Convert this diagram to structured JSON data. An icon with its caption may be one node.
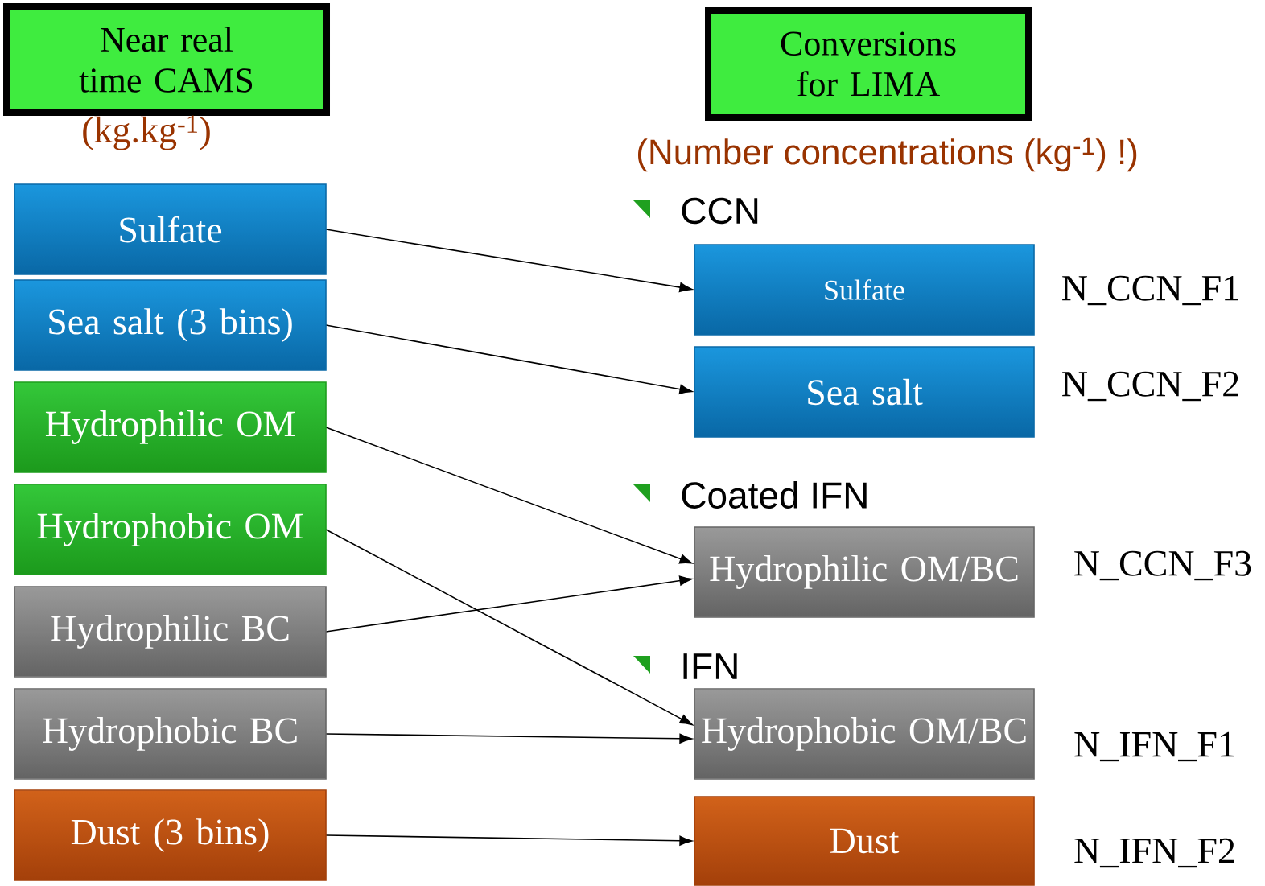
{
  "diagram": {
    "nodes": [
      {
        "text": [
          "Near real time CAMS"
        ],
        "beside": [
          "(kg.kg$^{-1}$)"
        ]
      },
      {
        "text": [
          "Conversions for LIMA"
        ]
      },
      {
        "text": [
          "Sulfate"
        ]
      },
      {
        "text": [
          "Sea salt (3 bins)"
        ]
      },
      {
        "text": [
          "Hydrophilic OM"
        ]
      },
      {
        "text": [
          "Hydrophobic OM"
        ]
      },
      {
        "text": [
          "Hydrophilic BC"
        ]
      },
      {
        "text": [
          "Hydrophobic BC"
        ]
      },
      {
        "text": [
          "Dust (3 bins)"
        ]
      },
      {
        "text": [
          "Sulfate"
        ],
        "beside": [
          "N_CCN_F1"
        ]
      },
      {
        "text": [
          "Sea salt"
        ],
        "beside": [
          "N_CCN_F2"
        ]
      },
      {
        "text": [
          "Hydrophilic OM/BC"
        ],
        "beside": [
          "N_CCN_F3"
        ]
      },
      {
        "text": [
          "Hydrophobic OM/BC"
        ],
        "beside": [
          "N_IFN_F1"
        ]
      },
      {
        "text": [
          "Dust"
        ],
        "beside": [
          "N_IFN_F2"
        ]
      }
    ],
    "edges": [
      {
        "from": 2,
        "to": 9,
        "arrow": "to"
      },
      {
        "from": 3,
        "to": 10,
        "arrow": "to"
      },
      {
        "from": 4,
        "to": 11,
        "arrow": "to"
      },
      {
        "from": 5,
        "to": 12,
        "arrow": "to"
      },
      {
        "from": 6,
        "to": 11,
        "arrow": "to"
      },
      {
        "from": 7,
        "to": 12,
        "arrow": "to"
      },
      {
        "from": 8,
        "to": 13,
        "arrow": "to"
      }
    ],
    "labels": [
      "(Number concentrations (kg$^{-1}$) !)",
      "CCN",
      "Coated IFN",
      "IFN"
    ]
  }
}
